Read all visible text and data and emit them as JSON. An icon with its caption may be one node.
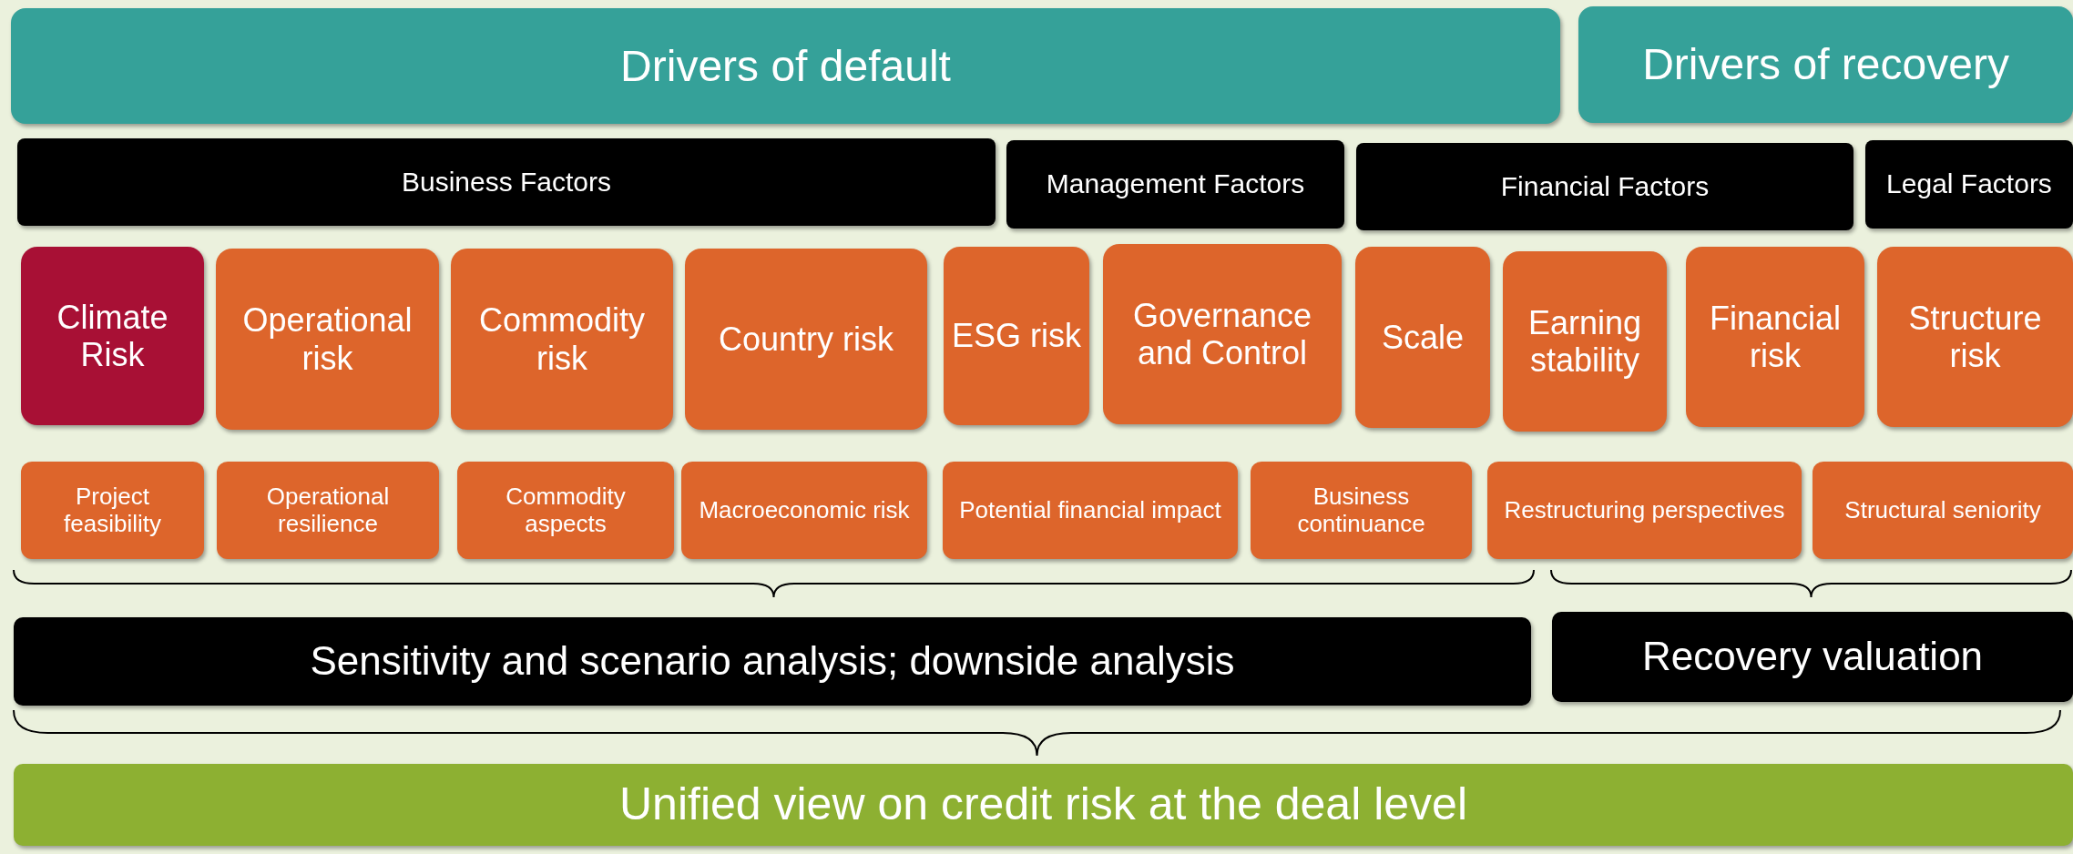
{
  "diagram": {
    "nodes": [
      {
        "text": [
          "Drivers of default"
        ]
      },
      {
        "text": [
          "Drivers of recovery"
        ]
      },
      {
        "text": [
          "Business Factors"
        ]
      },
      {
        "text": [
          "Management Factors"
        ]
      },
      {
        "text": [
          "Financial Factors"
        ]
      },
      {
        "text": [
          "Legal Factors"
        ]
      },
      {
        "text": [
          "Climate Risk"
        ]
      },
      {
        "text": [
          "Operational risk"
        ]
      },
      {
        "text": [
          "Commodity risk"
        ]
      },
      {
        "text": [
          "Country risk"
        ]
      },
      {
        "text": [
          "ESG risk"
        ]
      },
      {
        "text": [
          "Governance and Control"
        ]
      },
      {
        "text": [
          "Scale"
        ]
      },
      {
        "text": [
          "Earning stability"
        ]
      },
      {
        "text": [
          "Financial risk"
        ]
      },
      {
        "text": [
          "Structure risk"
        ]
      },
      {
        "text": [
          "Project feasibility"
        ]
      },
      {
        "text": [
          "Operational resilience"
        ]
      },
      {
        "text": [
          "Commodity aspects"
        ]
      },
      {
        "text": [
          "Macroeconomic risk"
        ]
      },
      {
        "text": [
          "Potential financial impact"
        ]
      },
      {
        "text": [
          "Business continuance"
        ]
      },
      {
        "text": [
          "Restructuring perspectives"
        ]
      },
      {
        "text": [
          "Structural seniority"
        ]
      },
      {
        "text": [
          "Sensitivity and scenario analysis; downside analysis"
        ]
      },
      {
        "text": [
          "Recovery valuation"
        ]
      },
      {
        "text": [
          "Unified view on credit risk at the deal level"
        ]
      }
    ]
  }
}
